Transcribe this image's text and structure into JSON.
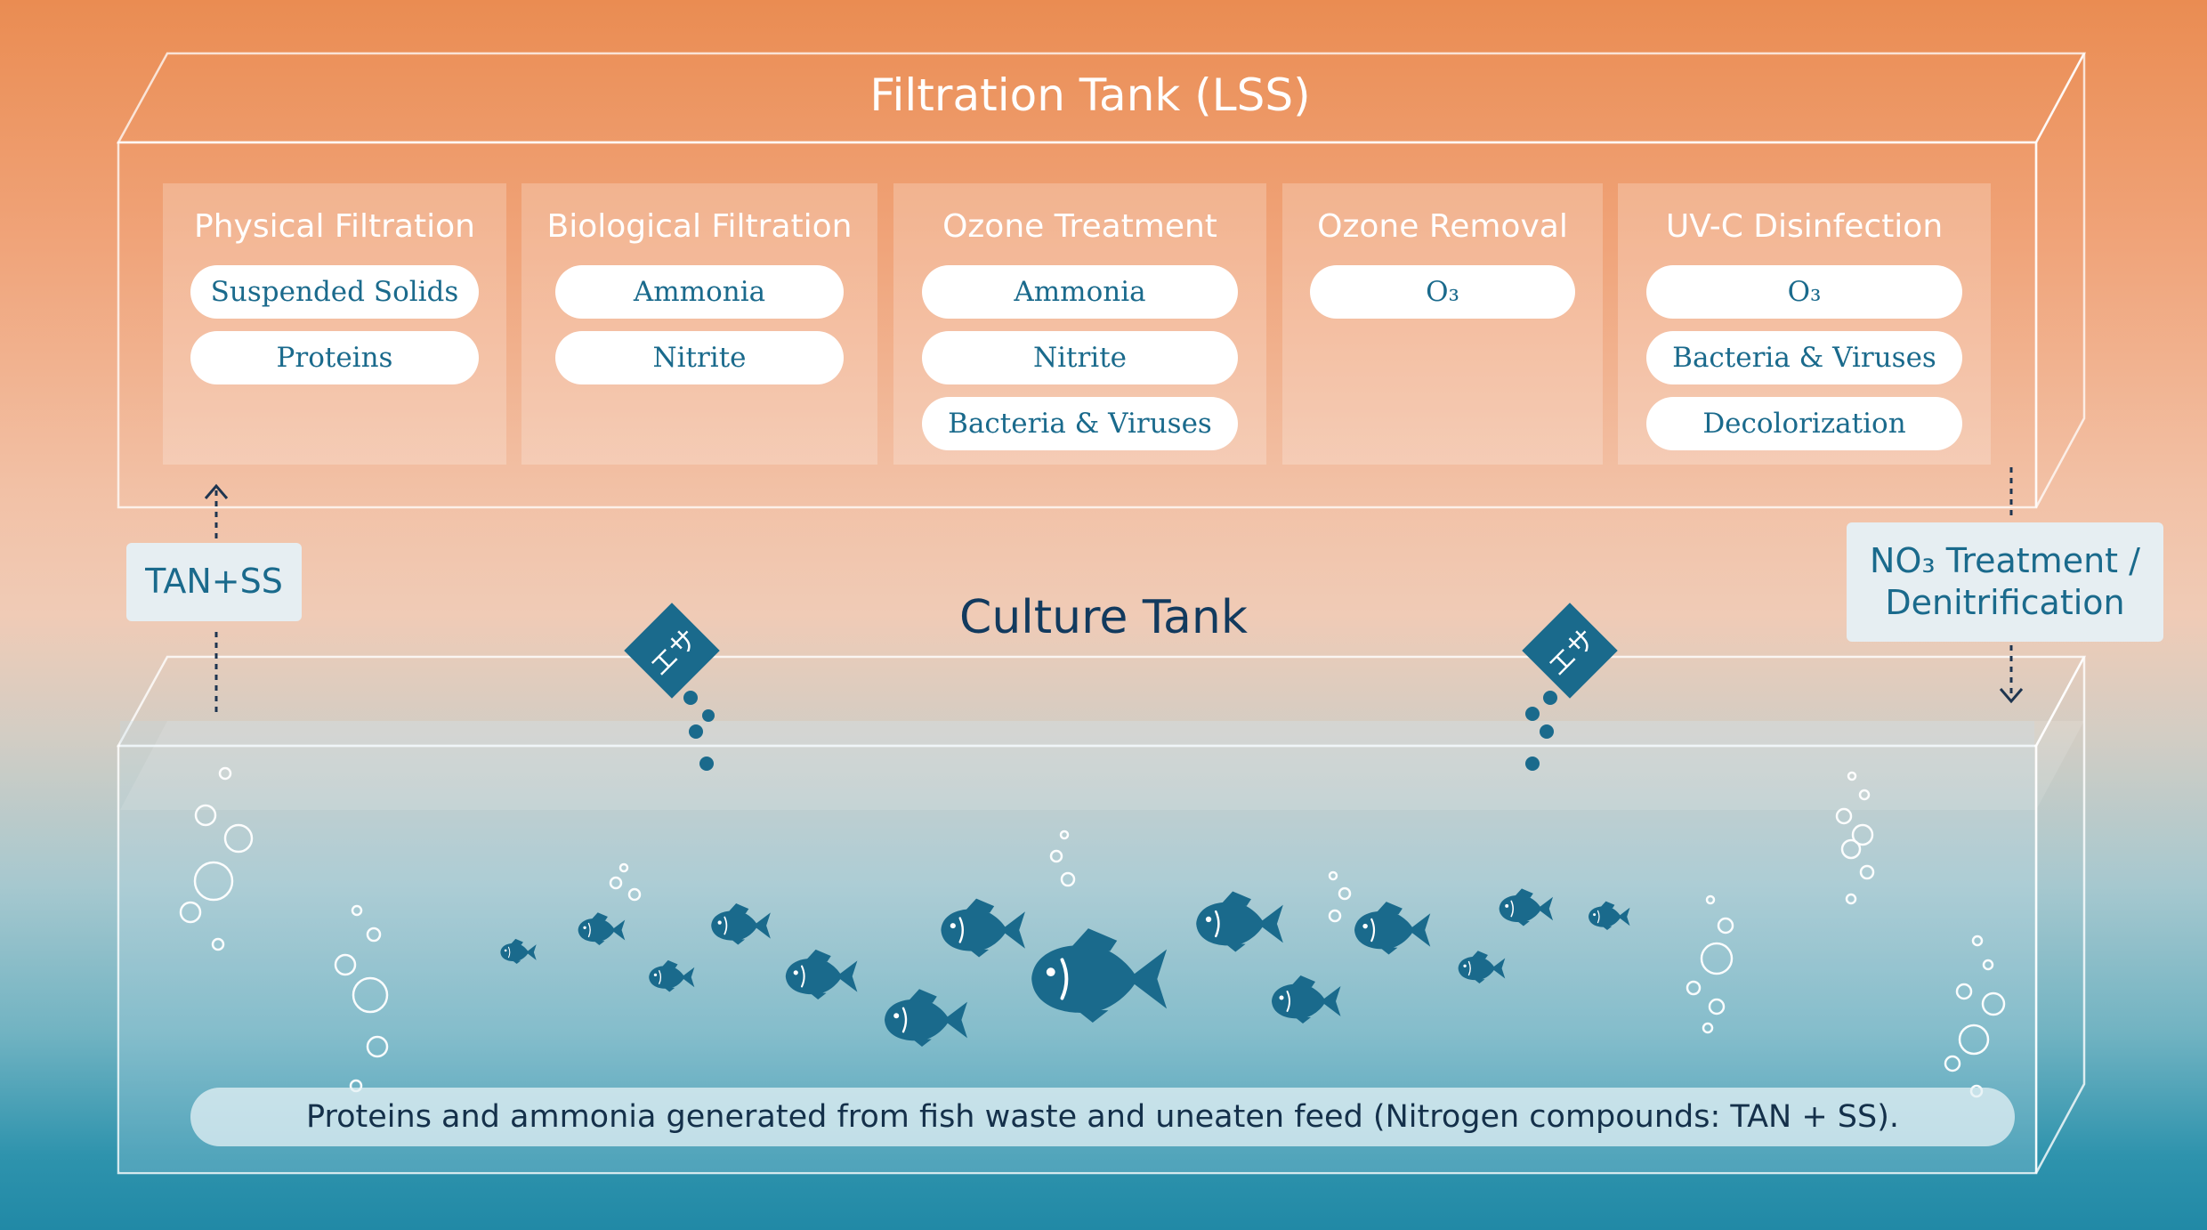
{
  "filtration": {
    "title": "Filtration Tank (LSS)",
    "stages": [
      {
        "title": "Physical Filtration",
        "items": [
          "Suspended Solids",
          "Proteins"
        ]
      },
      {
        "title": "Biological Filtration",
        "items": [
          "Ammonia",
          "Nitrite"
        ]
      },
      {
        "title": "Ozone Treatment",
        "items": [
          "Ammonia",
          "Nitrite",
          "Bacteria & Viruses"
        ]
      },
      {
        "title": "Ozone Removal",
        "items": [
          "O₃"
        ]
      },
      {
        "title": "UV-C Disinfection",
        "items": [
          "O₃",
          "Bacteria & Viruses",
          "Decolorization"
        ]
      }
    ]
  },
  "culture": {
    "title": "Culture Tank",
    "note": "Proteins and ammonia generated from fish waste and uneaten feed (Nitrogen compounds: TAN + SS)."
  },
  "flow": {
    "up_label": "TAN+SS",
    "down_label_line1": "NO₃ Treatment /",
    "down_label_line2": "Denitrification"
  },
  "feed": {
    "label": "エサ"
  },
  "colors": {
    "accent_dark": "#123a5e",
    "fish": "#1a6a8c",
    "pill_text": "#1a6a8c",
    "top_orange": "#ea8c52",
    "bottom_blue": "#2189a6"
  }
}
